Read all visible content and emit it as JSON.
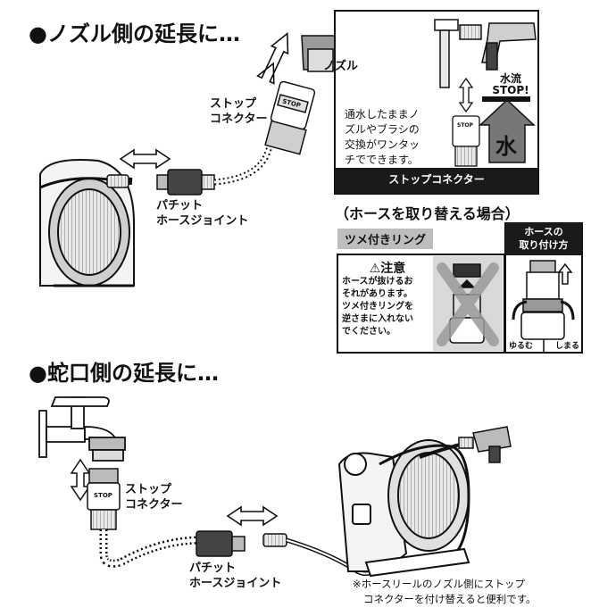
{
  "sections": {
    "nozzle": {
      "heading": "●ノズル側の延長に…"
    },
    "faucet": {
      "heading": "●蛇口側の延長に…"
    }
  },
  "labels": {
    "nozzle_label": "ノズル",
    "stop_connector_top": [
      "ストップ",
      "コネクター"
    ],
    "patchit_joint_top": [
      "パチット",
      "ホースジョイント"
    ],
    "stop_connector_bottom": [
      "ストップ",
      "コネクター"
    ],
    "patchit_joint_bottom": [
      "パチット",
      "ホースジョイント"
    ],
    "stop_tag": "STOP"
  },
  "inset": {
    "desc": [
      "通水したままノ",
      "ズルやブラシの",
      "交換がワンタッ",
      "チでできます。"
    ],
    "water_stop": [
      "水流",
      "STOP!"
    ],
    "water": "水",
    "bar": "ストップコネクター"
  },
  "replace": {
    "heading": "（ホースを取り替える場合）",
    "ring_tag": "ツメ付きリング",
    "caution_title": "⚠注意",
    "caution_text": [
      "ホースが抜けるお",
      "それがあります。",
      "ツメ付きリングを",
      "逆さまに入れない",
      "でください。"
    ],
    "how_title": [
      "ホースの",
      "取り付け方"
    ],
    "loosen": "ゆるむ",
    "tighten": "しまる"
  },
  "footnote": [
    "※ホースリールのノズル側にストップ",
    "コネクターを付け替えると便利です。"
  ]
}
